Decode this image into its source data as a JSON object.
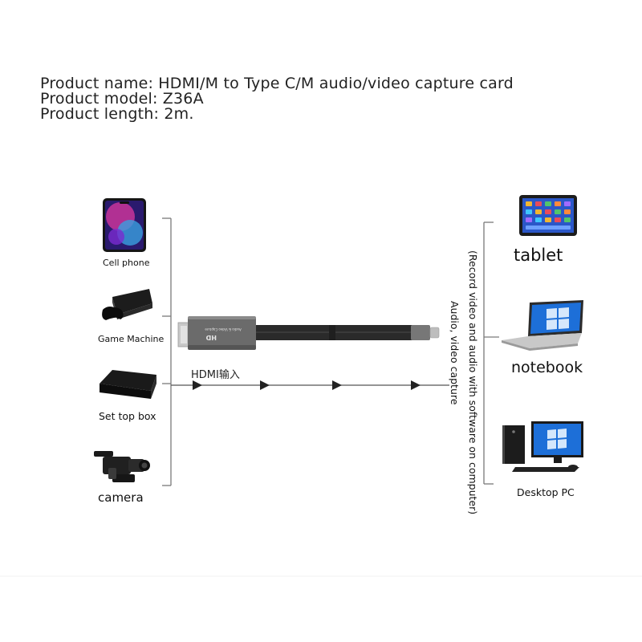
{
  "product": {
    "line1": "Product name: HDMI/M to Type C/M audio/video capture card",
    "line2": "Product model: Z36A",
    "line3": "Product length: 2m."
  },
  "sources": {
    "cell_phone": "Cell phone",
    "game_machine": "Game Machine",
    "set_top_box": "Set top box",
    "camera": "camera"
  },
  "targets": {
    "tablet": "tablet",
    "notebook": "notebook",
    "desktop": "Desktop PC"
  },
  "cable": {
    "hdmi_input": "HDMI输入",
    "device_text": "Audio & Video Capture",
    "device_logo": "HD"
  },
  "notes": {
    "capture": "Audio, video capture",
    "record": "(Record video and audio with software on computer)"
  }
}
